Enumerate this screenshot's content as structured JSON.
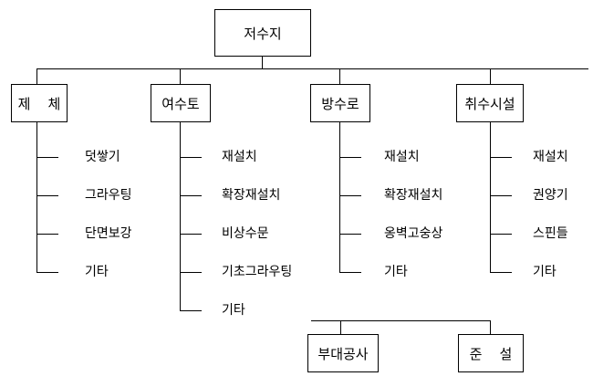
{
  "root": {
    "label": "저수지"
  },
  "categories": [
    {
      "label": "제    체",
      "items": [
        "덧쌓기",
        "그라우팅",
        "단면보강",
        "기타"
      ]
    },
    {
      "label": "여수토",
      "items": [
        "재설치",
        "확장재설치",
        "비상수문",
        "기초그라우팅",
        "기타"
      ]
    },
    {
      "label": "방수로",
      "items": [
        "재설치",
        "확장재설치",
        "옹벽고숭상",
        "기타"
      ]
    },
    {
      "label": "취수시설",
      "items": [
        "재설치",
        "권양기",
        "스핀들",
        "기타"
      ]
    }
  ],
  "bottom": [
    {
      "label": "부대공사"
    },
    {
      "label": "준    설"
    }
  ]
}
